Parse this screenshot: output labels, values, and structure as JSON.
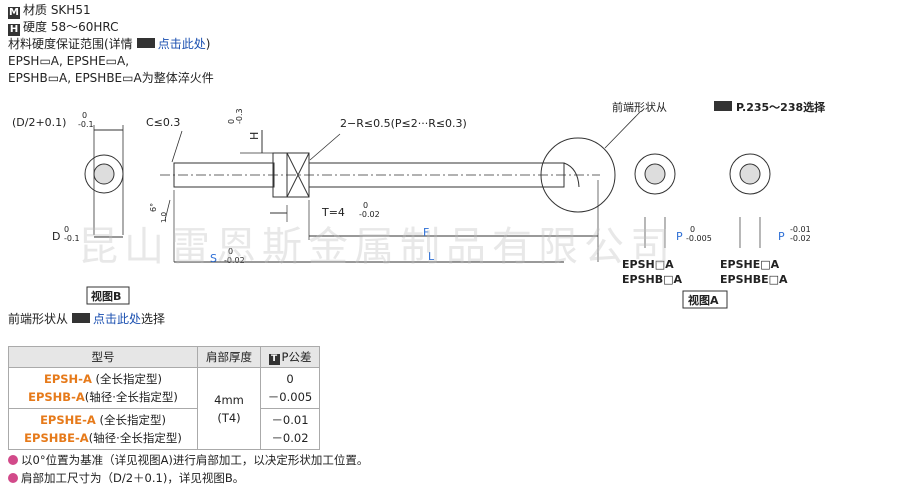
{
  "spec": {
    "material_badge": "M",
    "material": "材质 SKH51",
    "hardness_badge": "H",
    "hardness": "硬度 58～60HRC",
    "range_prefix": "材料硬度保证范围(详情",
    "range_link": "点击此处",
    "range_suffix": ")",
    "models1": "EPSH▭A, EPSHE▭A,",
    "models2": "EPSHB▭A, EPSHBE▭A为整体淬火件"
  },
  "drawing": {
    "dim_d2": "(D/2+0.1)",
    "dim_d2_tol_top": "0",
    "dim_d2_tol_bot": "-0.1",
    "chamfer": "C≤0.3",
    "h_label": "H",
    "h_tol_top": "0",
    "h_tol_bot": "-0.3",
    "radius_note": "2−R≤0.5(P≤2···R≤0.3)",
    "t_label": "T=4",
    "t_tol_top": "0",
    "t_tol_bot": "-0.02",
    "angle_label": "6°",
    "angle_sub": "1.0",
    "d_label": "D",
    "d_tol_top": "0",
    "d_tol_bot": "-0.1",
    "f_label": "F",
    "l_label": "L",
    "s_label": "S",
    "s_tol_top": "0",
    "s_tol_bot": "-0.02",
    "view_b": "视图B",
    "front_shape": "前端形状从",
    "front_page": "P.235～238选择",
    "p1_label": "P",
    "p1_tol_top": "0",
    "p1_tol_bot": "-0.005",
    "p2_label": "P",
    "p2_tol_top": "-0.01",
    "p2_tol_bot": "-0.02",
    "epsh_a": "EPSH□A",
    "epshb_a": "EPSHB□A",
    "epshe_a": "EPSHE□A",
    "epshbe_a": "EPSHBE□A",
    "view_a": "视图A"
  },
  "select_line": {
    "prefix": "前端形状从",
    "link": "点击此处",
    "suffix": "选择"
  },
  "table": {
    "headers": [
      "型号",
      "肩部厚度",
      "P公差"
    ],
    "p_badge": "T",
    "rows": [
      {
        "code": "EPSH-A",
        "desc": " (全长指定型)"
      },
      {
        "code": "EPSHB-A",
        "desc": "(轴径·全长指定型)"
      },
      {
        "code": "EPSHE-A",
        "desc": " (全长指定型)"
      },
      {
        "code": "EPSHBE-A",
        "desc": "(轴径·全长指定型)"
      }
    ],
    "thickness": "4mm",
    "thickness_sub": "(T4)",
    "tol1a": "0",
    "tol1b": "－0.005",
    "tol2a": "－0.01",
    "tol2b": "－0.02"
  },
  "notes": {
    "note1": "以0°位置为基准（详见视图A)进行肩部加工，以决定形状加工位置。",
    "note2": "肩部加工尺寸为（D/2＋0.1)，详见视图B。"
  },
  "watermark": "昆山雷恩斯金属制品有限公司",
  "colors": {
    "link": "#1a4fb0",
    "dimension": "#2e6fd6",
    "code": "#e67a1a"
  }
}
